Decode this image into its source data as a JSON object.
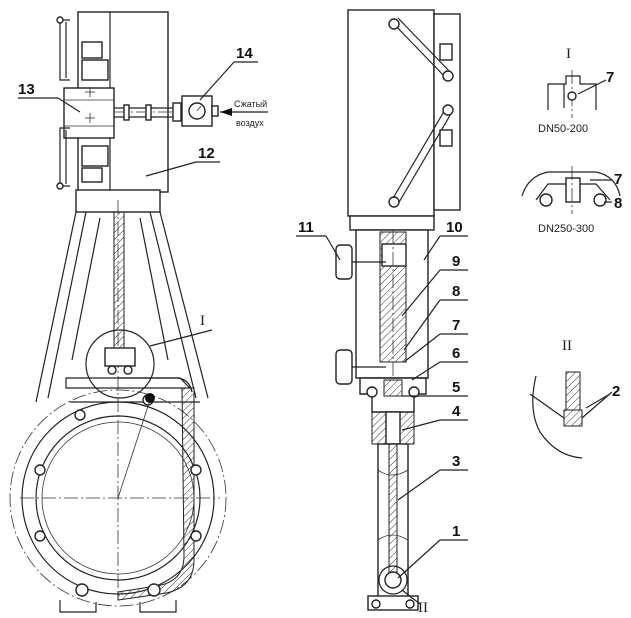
{
  "callouts": [
    "1",
    "2",
    "3",
    "4",
    "5",
    "6",
    "7",
    "8",
    "9",
    "10",
    "11",
    "12",
    "13",
    "14"
  ],
  "details": {
    "I": {
      "mark": "I",
      "variant_a": "DN50-200",
      "variant_b": "DN250-300"
    },
    "II": {
      "mark": "II"
    }
  },
  "air_inlet": {
    "line1": "Сжатый",
    "line2": "воздух"
  }
}
